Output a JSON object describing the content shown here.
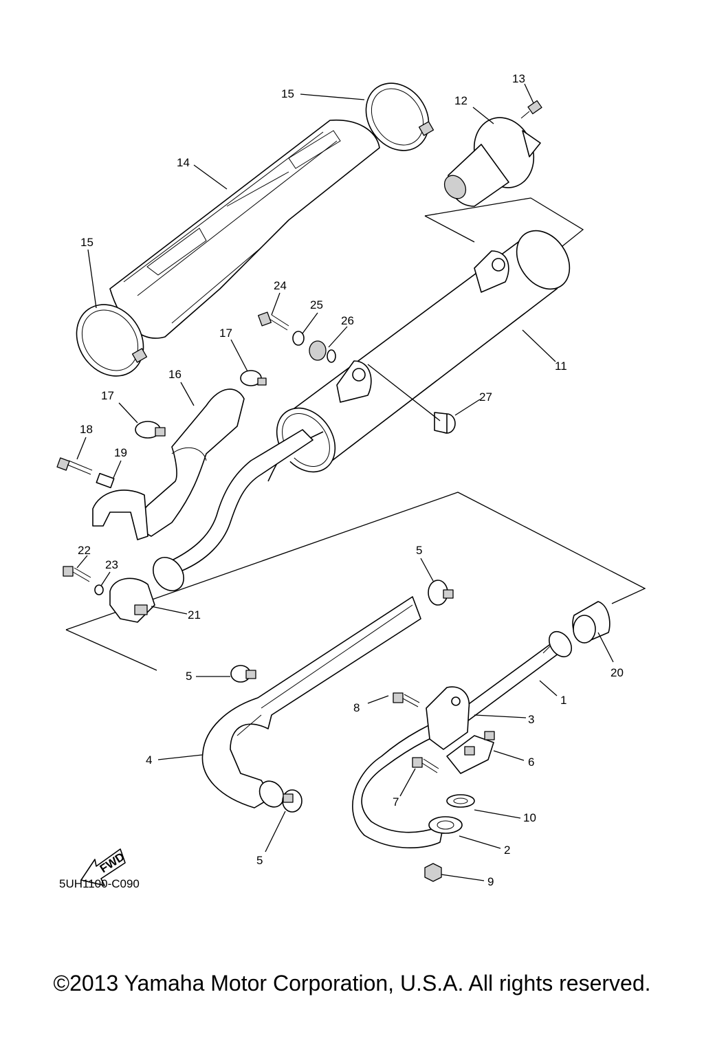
{
  "diagram": {
    "callouts": {
      "c1": "1",
      "c2": "2",
      "c3": "3",
      "c4": "4",
      "c5a": "5",
      "c5b": "5",
      "c5c": "5",
      "c6": "6",
      "c7": "7",
      "c8": "8",
      "c9": "9",
      "c10": "10",
      "c11": "11",
      "c12": "12",
      "c13": "13",
      "c14": "14",
      "c15a": "15",
      "c15b": "15",
      "c16": "16",
      "c17a": "17",
      "c17b": "17",
      "c18": "18",
      "c19": "19",
      "c20": "20",
      "c21": "21",
      "c22": "22",
      "c23": "23",
      "c24": "24",
      "c25": "25",
      "c26": "26",
      "c27": "27"
    },
    "fwd_label": "FWD",
    "drawing_code": "5UH1100-C090"
  },
  "footer": {
    "copyright": "©2013 Yamaha Motor Corporation, U.S.A. All rights reserved."
  }
}
